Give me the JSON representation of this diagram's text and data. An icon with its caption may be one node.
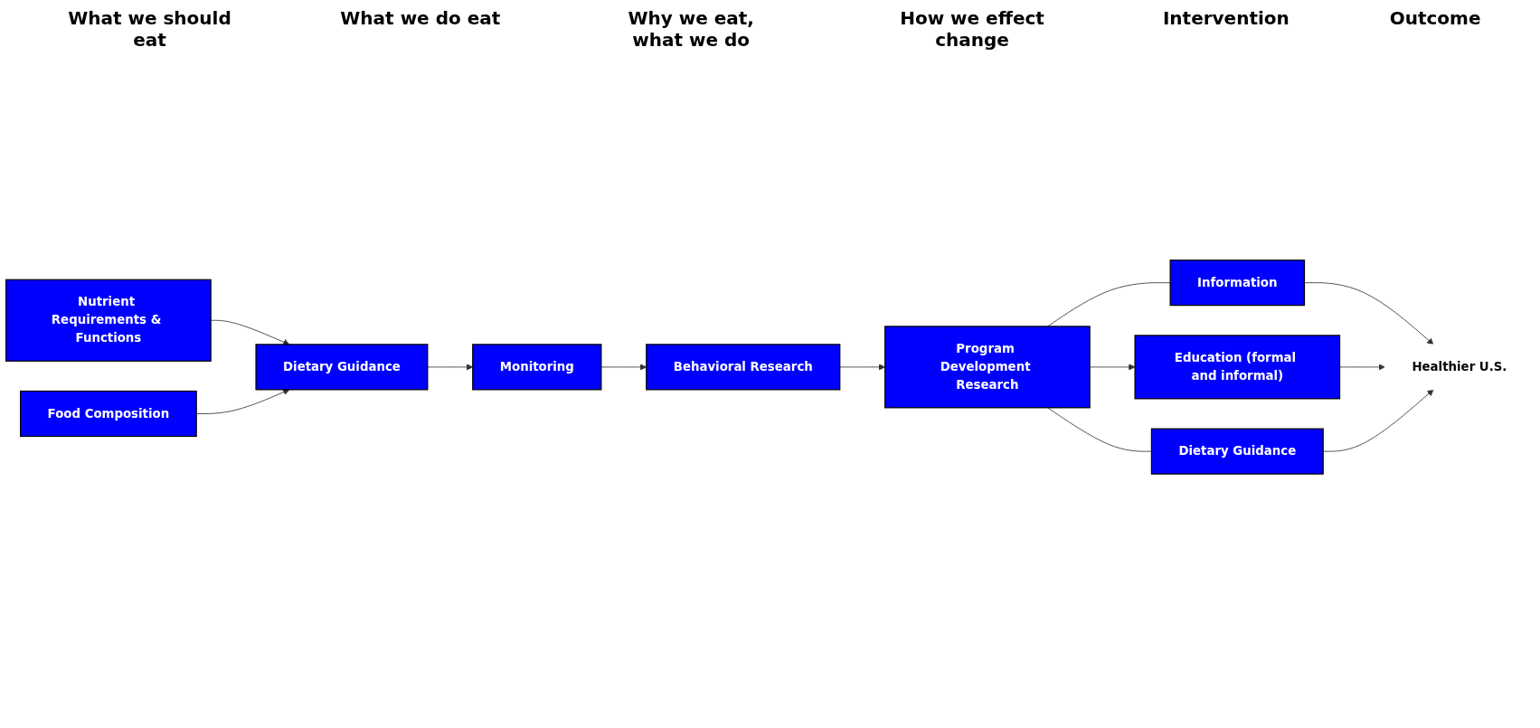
{
  "diagram": {
    "nodes": [
      {
        "text": [
          "Nutrient Requirements & Functions"
        ]
      },
      {
        "text": [
          "Dietary Guidance"
        ]
      },
      {
        "text": [
          "Food Composition"
        ]
      },
      {
        "text": [
          "Monitoring"
        ]
      },
      {
        "text": [
          "Behavioral Research"
        ]
      },
      {
        "text": [
          "Program Development Research"
        ]
      },
      {
        "text": [
          "Information"
        ]
      },
      {
        "text": [
          "Education (formal and informal)"
        ]
      },
      {
        "text": [
          "Dietary Guidance"
        ]
      },
      {
        "text": [
          "Healthier U.S."
        ]
      }
    ],
    "edges": [
      {
        "from": 0,
        "to": 1,
        "arrow": "to"
      },
      {
        "from": 2,
        "to": 1,
        "arrow": "to"
      },
      {
        "from": 1,
        "to": 3,
        "arrow": "to"
      },
      {
        "from": 3,
        "to": 4,
        "arrow": "to"
      },
      {
        "from": 4,
        "to": 5,
        "arrow": "to"
      },
      {
        "from": 5,
        "to": 6,
        "arrow": "none"
      },
      {
        "from": 5,
        "to": 7,
        "arrow": "to"
      },
      {
        "from": 5,
        "to": 8,
        "arrow": "none"
      },
      {
        "from": 6,
        "to": 9,
        "arrow": "to"
      },
      {
        "from": 7,
        "to": 9,
        "arrow": "to"
      },
      {
        "from": 8,
        "to": 9,
        "arrow": "to"
      }
    ],
    "labels": [
      "What we should eat",
      "What we do eat",
      "Why we eat, what we do",
      "How we effect change",
      "Intervention",
      "Outcome"
    ]
  }
}
